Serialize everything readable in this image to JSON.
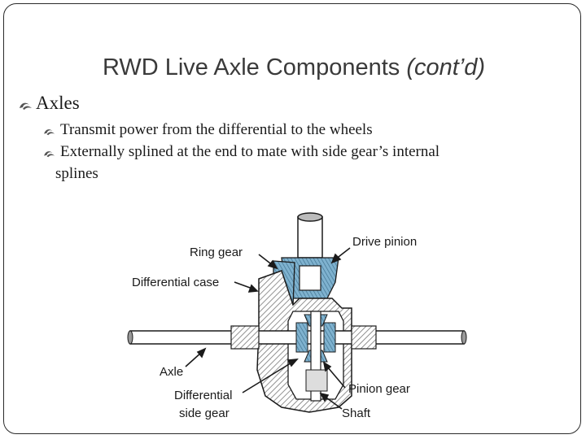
{
  "slide": {
    "title_main": "RWD Live Axle Components",
    "title_suffix": "(cont’d)",
    "bullet_level1": "Axles",
    "bullets_level2": [
      "Transmit power from the differential to the wheels",
      "Externally splined at the end to mate with side gear’s internal",
      "splines"
    ]
  },
  "diagram": {
    "labels": {
      "ring_gear": "Ring gear",
      "drive_pinion": "Drive pinion",
      "differential_case": "Differential case",
      "axle": "Axle",
      "differential_side_gear_line1": "Differential",
      "differential_side_gear_line2": "side gear",
      "pinion_gear": "Pinion gear",
      "shaft": "Shaft"
    },
    "colors": {
      "gear_blue": "#7fb2cf",
      "hatch_gray": "#8a8a8a",
      "outline": "#1a1a1a"
    }
  }
}
